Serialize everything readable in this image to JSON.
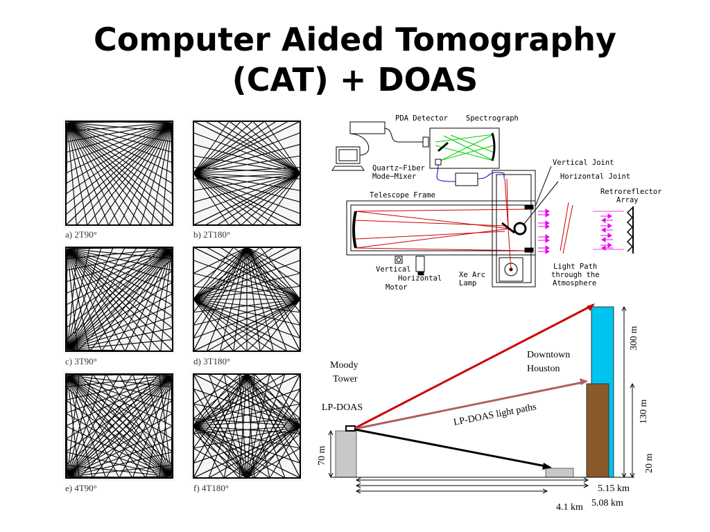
{
  "slide": {
    "title_line1": "Computer Aided Tomography",
    "title_line2": "(CAT) + DOAS"
  },
  "tomography_panels": [
    {
      "caption": "a)   2T90°"
    },
    {
      "caption": "b)   2T180°"
    },
    {
      "caption": "c)   3T90°"
    },
    {
      "caption": "d)   3T180°"
    },
    {
      "caption": "e)   4T90°"
    },
    {
      "caption": "f)   4T180°"
    }
  ],
  "instrument": {
    "pda_detector": "PDA Detector",
    "spectrograph": "Spectrograph",
    "quartz_fiber_1": "Quartz−Fiber",
    "quartz_fiber_2": "Mode−Mixer",
    "telescope_frame": "Telescope Frame",
    "vertical_joint": "Vertical Joint",
    "horizontal_joint": "Horizontal Joint",
    "retroreflector_1": "Retroreflector",
    "retroreflector_2": "Array",
    "motor_1": "Vertical",
    "motor_2": "Horizontal",
    "motor_3": "Motor",
    "xe_1": "Xe Arc",
    "xe_2": "Lamp",
    "light_path_1": "Light Path",
    "light_path_2": "through the",
    "light_path_3": "Atmosphere"
  },
  "houston": {
    "moody_1": "Moody",
    "moody_2": "Tower",
    "lp_doas": "LP-DOAS",
    "downtown_1": "Downtown",
    "downtown_2": "Houston",
    "light_paths": "LP-DOAS light paths",
    "h_300": "300 m",
    "h_130": "130 m",
    "h_20": "20 m",
    "h_70": "70 m",
    "d_515": "5.15 km",
    "d_508": "5.08 km",
    "d_41": "4.1 km"
  },
  "colors": {
    "tall_building": "#00c4f0",
    "brown_building": "#8b5a2b",
    "red_path": "#cc0000",
    "brown_path": "#b06060",
    "green_beam": "#00cc00",
    "magenta_arrows": "#ee00ee"
  }
}
